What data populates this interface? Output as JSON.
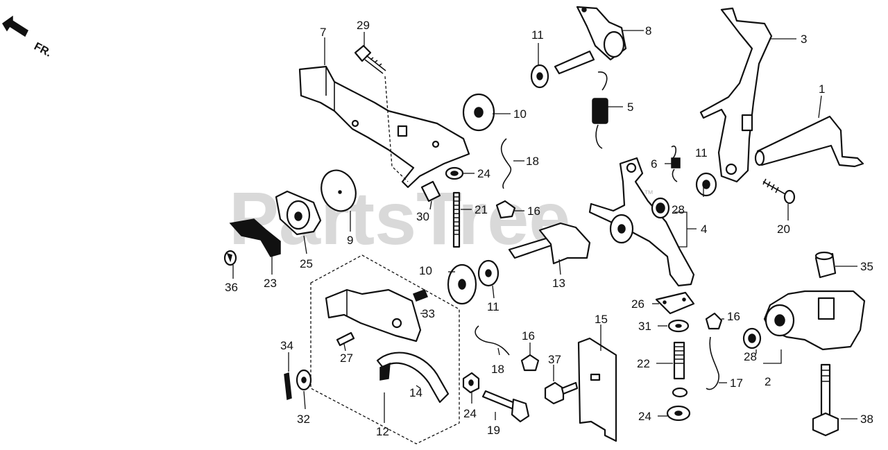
{
  "watermark": "PartsTree",
  "trademark": "™",
  "direction_label": "FR.",
  "labels": [
    {
      "id": "1",
      "text": "1"
    },
    {
      "id": "2",
      "text": "2"
    },
    {
      "id": "3",
      "text": "3"
    },
    {
      "id": "4",
      "text": "4"
    },
    {
      "id": "5",
      "text": "5"
    },
    {
      "id": "6",
      "text": "6"
    },
    {
      "id": "7",
      "text": "7"
    },
    {
      "id": "8",
      "text": "8"
    },
    {
      "id": "9",
      "text": "9"
    },
    {
      "id": "10a",
      "text": "10"
    },
    {
      "id": "10b",
      "text": "10"
    },
    {
      "id": "11a",
      "text": "11"
    },
    {
      "id": "11b",
      "text": "11"
    },
    {
      "id": "11c",
      "text": "11"
    },
    {
      "id": "12",
      "text": "12"
    },
    {
      "id": "13",
      "text": "13"
    },
    {
      "id": "14",
      "text": "14"
    },
    {
      "id": "15",
      "text": "15"
    },
    {
      "id": "16a",
      "text": "16"
    },
    {
      "id": "16b",
      "text": "16"
    },
    {
      "id": "16c",
      "text": "16"
    },
    {
      "id": "17",
      "text": "17"
    },
    {
      "id": "18a",
      "text": "18"
    },
    {
      "id": "18b",
      "text": "18"
    },
    {
      "id": "19",
      "text": "19"
    },
    {
      "id": "20",
      "text": "20"
    },
    {
      "id": "21",
      "text": "21"
    },
    {
      "id": "22",
      "text": "22"
    },
    {
      "id": "23",
      "text": "23"
    },
    {
      "id": "24a",
      "text": "24"
    },
    {
      "id": "24b",
      "text": "24"
    },
    {
      "id": "24c",
      "text": "24"
    },
    {
      "id": "25",
      "text": "25"
    },
    {
      "id": "26",
      "text": "26"
    },
    {
      "id": "27",
      "text": "27"
    },
    {
      "id": "28a",
      "text": "28"
    },
    {
      "id": "28b",
      "text": "28"
    },
    {
      "id": "29",
      "text": "29"
    },
    {
      "id": "30",
      "text": "30"
    },
    {
      "id": "31",
      "text": "31"
    },
    {
      "id": "32",
      "text": "32"
    },
    {
      "id": "33",
      "text": "33"
    },
    {
      "id": "34",
      "text": "34"
    },
    {
      "id": "35",
      "text": "35"
    },
    {
      "id": "36",
      "text": "36"
    },
    {
      "id": "37",
      "text": "37"
    },
    {
      "id": "38",
      "text": "38"
    }
  ]
}
